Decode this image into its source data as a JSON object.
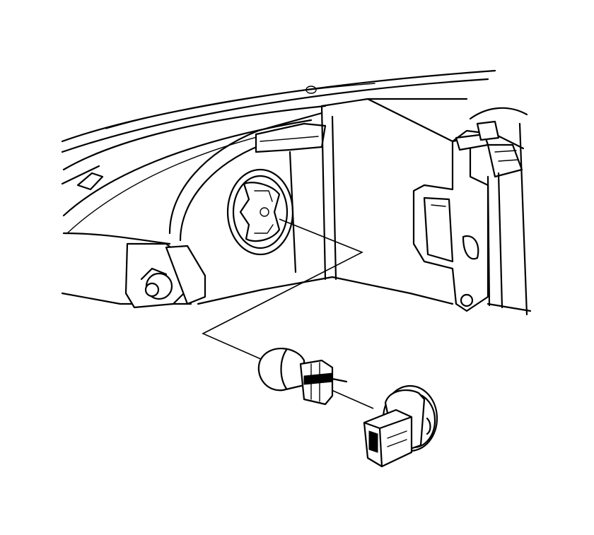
{
  "diagram": {
    "subject": "headlamp-assembly-rear-view",
    "colors": {
      "line": "#000000",
      "background": "#ffffff"
    },
    "parts": [
      {
        "id": "headlamp-housing"
      },
      {
        "id": "bulb-socket-opening"
      },
      {
        "id": "mounting-bracket"
      },
      {
        "id": "bulb"
      },
      {
        "id": "socket-connector"
      }
    ]
  }
}
